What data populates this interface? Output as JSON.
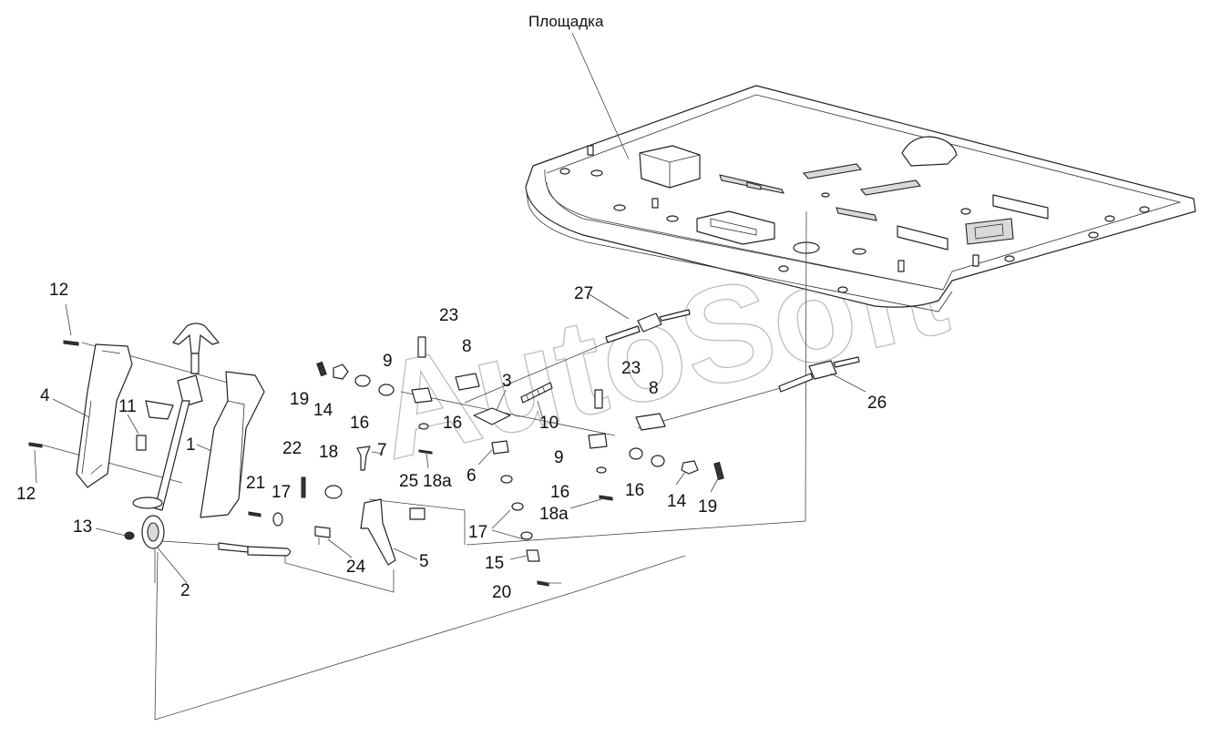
{
  "title": "Площадка",
  "watermark": "AutoSoft",
  "callouts": {
    "c27": "27",
    "c26": "26",
    "c23a": "23",
    "c23b": "23",
    "c8a": "8",
    "c8b": "8",
    "c9a": "9",
    "c9b": "9",
    "c3": "3",
    "c10": "10",
    "c12a": "12",
    "c12b": "12",
    "c4": "4",
    "c11": "11",
    "c1": "1",
    "c19a": "19",
    "c19b": "19",
    "c14a": "14",
    "c14b": "14",
    "c16a": "16",
    "c16b": "16",
    "c16c": "16",
    "c16d": "16",
    "c22": "22",
    "c18": "18",
    "c7": "7",
    "c21": "21",
    "c17a": "17",
    "c17b": "17",
    "c25": "25",
    "c18a1": "18a",
    "c18a2": "18a",
    "c6": "6",
    "c13": "13",
    "c2": "2",
    "c24": "24",
    "c5": "5",
    "c15": "15",
    "c20": "20"
  },
  "colors": {
    "line": "#222222",
    "watermark": "#bdbdbd",
    "background": "#ffffff"
  }
}
